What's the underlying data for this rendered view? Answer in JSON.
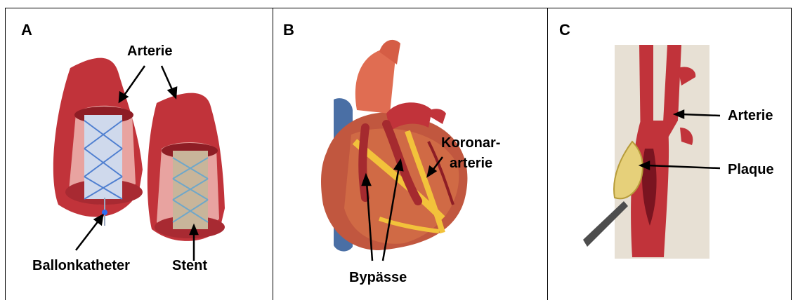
{
  "panels": [
    {
      "letter": "A",
      "labels": {
        "artery": "Arterie",
        "balloon": "Ballonkatheter",
        "stent": "Stent"
      }
    },
    {
      "letter": "B",
      "labels": {
        "coronary_line1": "Koronar-",
        "coronary_line2": "arterie",
        "bypass": "Bypässe"
      }
    },
    {
      "letter": "C",
      "labels": {
        "artery": "Arterie",
        "plaque": "Plaque"
      }
    }
  ],
  "colors": {
    "artery_red": "#c1333a",
    "artery_dark": "#8e1d25",
    "tissue_pink": "#e8a3a0",
    "fat_yellow": "#f2c23b",
    "vein_blue": "#4a6fa5",
    "plaque_yellow": "#e6d07a",
    "stent_blue": "#4f7fd0"
  }
}
